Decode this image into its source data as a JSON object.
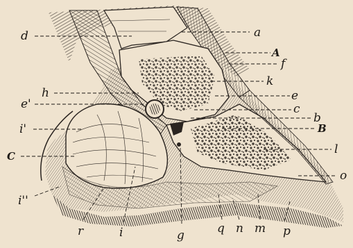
{
  "figure": {
    "background": "#efe3cf",
    "ink": "#2a2420",
    "labels": {
      "a": "a",
      "A": "A",
      "f": "f",
      "k": "k",
      "e": "e",
      "c": "c",
      "b": "b",
      "B": "B",
      "l": "l",
      "o": "o",
      "d": "d",
      "h": "h",
      "e_prime": "e'",
      "i_prime": "i'",
      "C": "C",
      "i_dprime": "i''",
      "r": "r",
      "i": "i",
      "g": "g",
      "q": "q",
      "n": "n",
      "m": "m",
      "p": "p"
    }
  }
}
